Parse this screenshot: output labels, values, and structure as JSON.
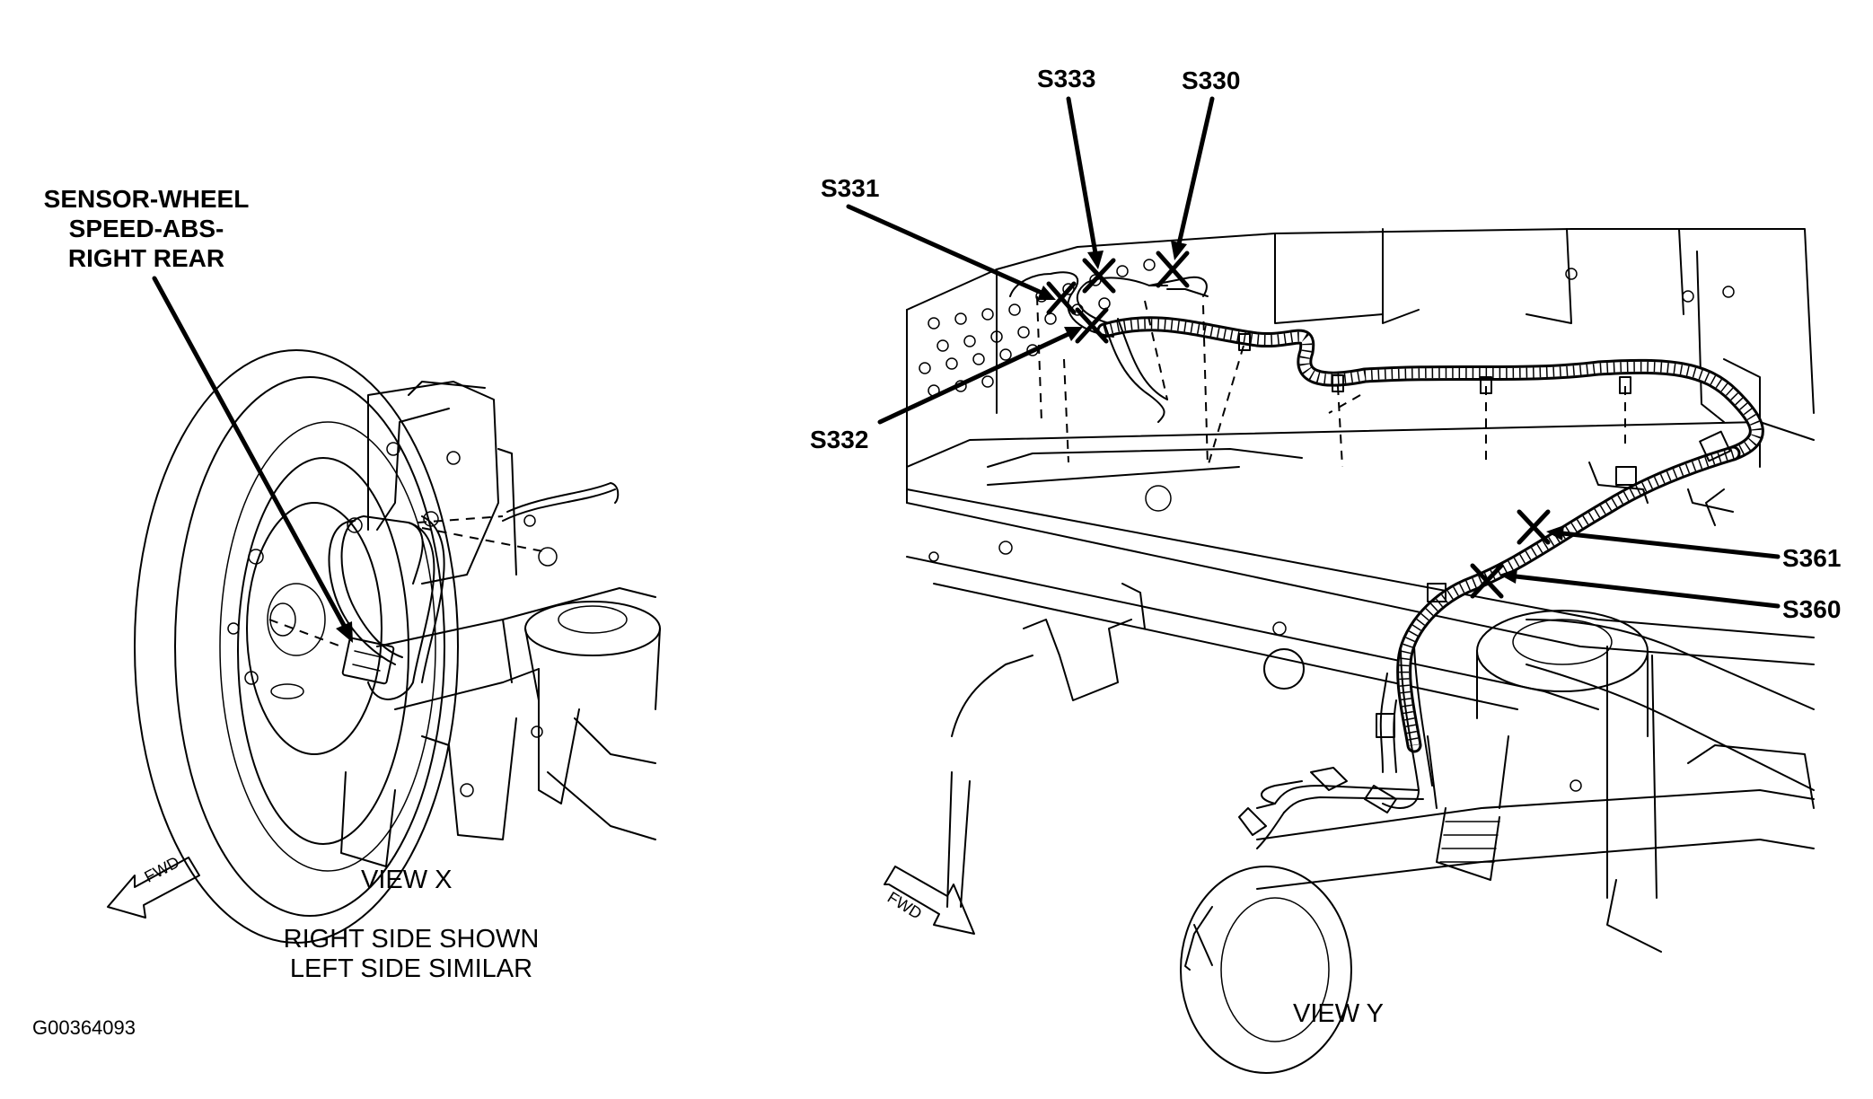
{
  "view_x": {
    "component_label": [
      "SENSOR-WHEEL",
      "SPEED-ABS-",
      "RIGHT REAR"
    ],
    "fwd_label": "FWD",
    "view_title": "VIEW X",
    "note": [
      "RIGHT SIDE SHOWN",
      "LEFT SIDE SIMILAR"
    ]
  },
  "view_y": {
    "splices": {
      "s333": "S333",
      "s330": "S330",
      "s331": "S331",
      "s332": "S332",
      "s361": "S361",
      "s360": "S360"
    },
    "fwd_label": "FWD",
    "view_title": "VIEW Y"
  },
  "figure_id": "G00364093"
}
